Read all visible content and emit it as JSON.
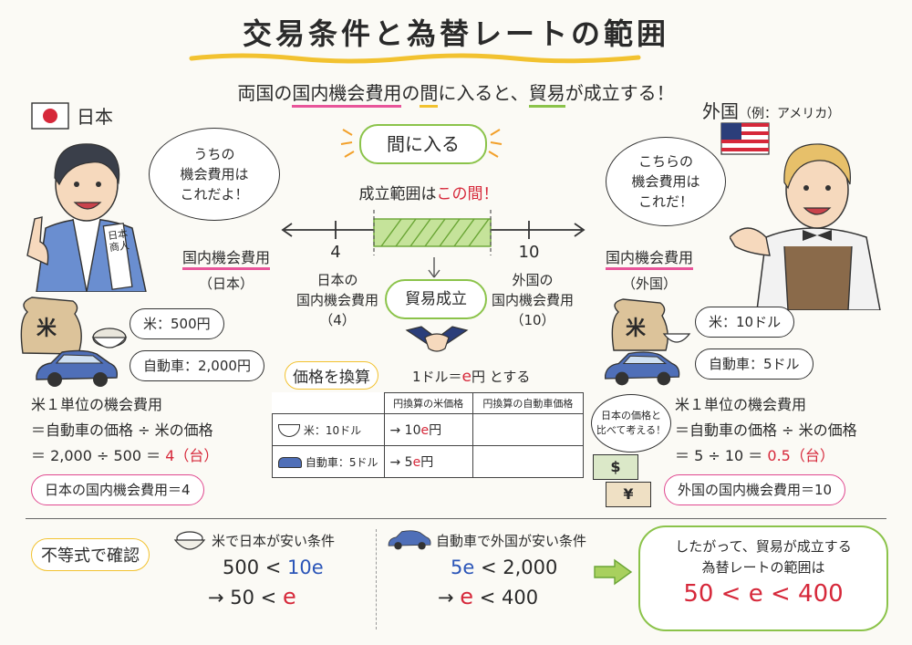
{
  "title": "交易条件と為替レートの範囲",
  "subtitle": {
    "part1": "両国の",
    "part2": "国内機会費用",
    "part3": "の",
    "part4": "間",
    "part5": "に入ると、",
    "part6": "貿易",
    "part7": "が成立する！"
  },
  "japan": {
    "label": "日本",
    "speech": [
      "うちの",
      "機会費用は",
      "これだよ！"
    ],
    "sash": "日本商人",
    "cost_title": "国内機会費用",
    "cost_sub": "（日本）",
    "rice_icon_char": "米",
    "rice_price": "米：500円",
    "car_price": "自動車：2,000円",
    "calc_title": "米１単位の機会費用",
    "calc_line1": "＝自動車の価格 ÷ 米の価格",
    "calc_line2a": "＝ 2,000 ÷ 500 ＝ ",
    "calc_line2b": "4（台）",
    "result": "日本の国内機会費用＝4"
  },
  "foreign": {
    "label": "外国",
    "label_sub": "（例：アメリカ）",
    "speech": [
      "こちらの",
      "機会費用は",
      "これだ！"
    ],
    "cost_title": "国内機会費用",
    "cost_sub": "（外国）",
    "rice_icon_char": "米",
    "rice_price": "米：10ドル",
    "car_price": "自動車：5ドル",
    "calc_title": "米１単位の機会費用",
    "calc_line1": "＝自動車の価格 ÷ 米の価格",
    "calc_line2a": "＝ 5 ÷ 10 ＝ ",
    "calc_line2b": "0.5（台）",
    "result": "外国の国内機会費用＝10"
  },
  "center": {
    "between_label": "間に入る",
    "range_a": "成立範囲は",
    "range_b": "この間！",
    "tick_left": "4",
    "tick_right": "10",
    "left_caption": [
      "日本の",
      "国内機会費用",
      "（4）"
    ],
    "right_caption": [
      "外国の",
      "国内機会費用",
      "（10）"
    ],
    "trade_ok": "貿易成立"
  },
  "conversion": {
    "title": "価格を換算",
    "rule_a": "1ドル＝",
    "rule_b": "e",
    "rule_c": "円 とする",
    "headers": [
      "",
      "円換算の米価格",
      "円換算の自動車価格"
    ],
    "rows": [
      {
        "item": "米：10ドル",
        "rice_yen_a": "→ 10",
        "rice_yen_b": "e",
        "rice_yen_c": "円",
        "car_yen": ""
      },
      {
        "item": "自動車：5ドル",
        "rice_yen_a": "→ 5",
        "rice_yen_b": "e",
        "rice_yen_c": "円",
        "car_yen": ""
      }
    ],
    "compare_bubble": [
      "日本の価格と",
      "比べて考える！"
    ],
    "dollar_note": "$",
    "yen_note": "¥"
  },
  "inequality": {
    "title": "不等式で確認",
    "rice_cond": "米で日本が安い条件",
    "rice_ineq_a": "500 < ",
    "rice_ineq_b": "10e",
    "rice_result_a": "→ 50 < ",
    "rice_result_b": "e",
    "car_cond": "自動車で外国が安い条件",
    "car_ineq_a": "5e",
    "car_ineq_b": " < 2,000",
    "car_result_a": "→ ",
    "car_result_b": "e",
    "car_result_c": " < 400",
    "conclusion_line1": "したがって、貿易が成立する",
    "conclusion_line2": "為替レートの範囲は",
    "conclusion_range": "50 < e < 400"
  },
  "colors": {
    "pink": "#e8559a",
    "green": "#8bc34a",
    "yellow": "#f2c230",
    "red": "#d6283a",
    "blue": "#2b55b8",
    "orange": "#e4852a"
  }
}
